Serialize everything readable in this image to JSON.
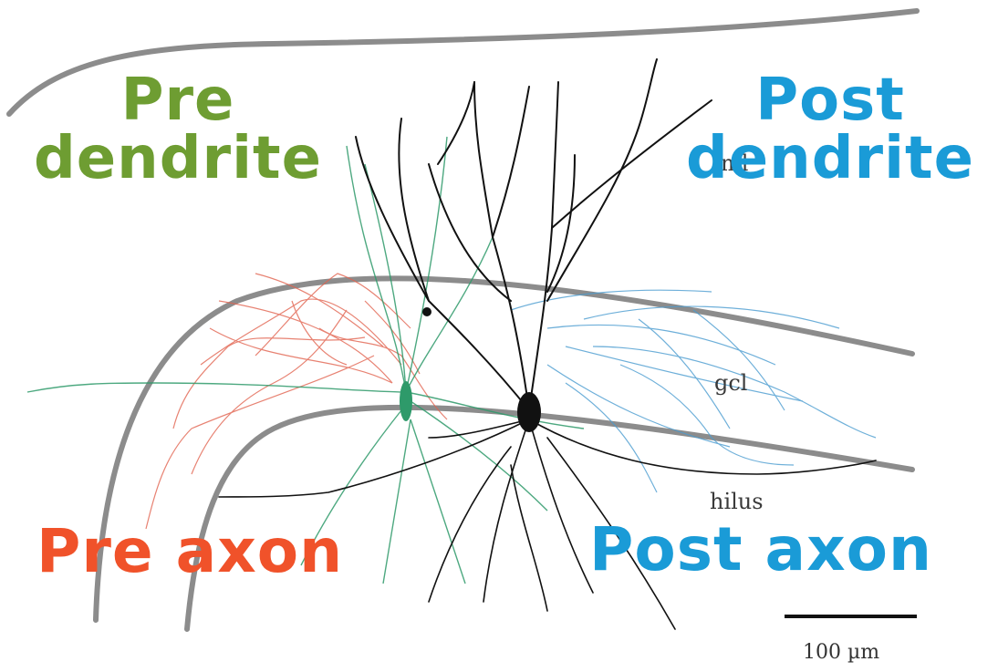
{
  "labels": {
    "pre_dendrite": {
      "line1": "Pre",
      "line2": "dendrite",
      "color": "#6e9d32"
    },
    "post_dendrite": {
      "line1": "Post",
      "line2": "dendrite",
      "color": "#1a9bd7"
    },
    "pre_axon": {
      "text": "Pre axon",
      "color": "#f0522a"
    },
    "post_axon": {
      "text": "Post axon",
      "color": "#1a9bd7"
    }
  },
  "layers": {
    "ml": "ml",
    "gcl": "gcl",
    "hilus": "hilus"
  },
  "scale_bar": {
    "label": "100 µm"
  },
  "colors": {
    "neuron_black": "#111111",
    "green_cell": "#2e9a6a",
    "red_axon": "#e2634f",
    "blue_axon": "#4a9cd0",
    "layer_line": "#8c8c8c"
  }
}
